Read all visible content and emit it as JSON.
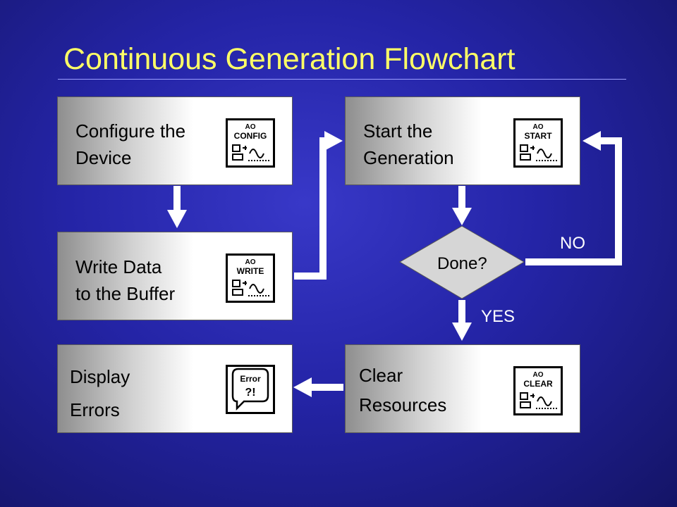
{
  "title": "Continuous Generation Flowchart",
  "boxes": {
    "configure": {
      "line1": "Configure the",
      "line2": "Device",
      "icon_top": "AO",
      "icon_bottom": "CONFIG"
    },
    "write": {
      "line1": "Write Data",
      "line2": "to the Buffer",
      "icon_top": "AO",
      "icon_bottom": "WRITE"
    },
    "display": {
      "line1": "Display",
      "line2": "Errors",
      "icon_top": "Error",
      "icon_bottom": "?!"
    },
    "start": {
      "line1": "Start the",
      "line2": "Generation",
      "icon_top": "AO",
      "icon_bottom": "START"
    },
    "clear": {
      "line1": "Clear",
      "line2": "Resources",
      "icon_top": "AO",
      "icon_bottom": "CLEAR"
    }
  },
  "decision": {
    "label": "Done?"
  },
  "edges": {
    "no": "NO",
    "yes": "YES"
  },
  "colors": {
    "title": "#ffff66",
    "arrow": "#ffffff",
    "background": "#2424a6"
  }
}
